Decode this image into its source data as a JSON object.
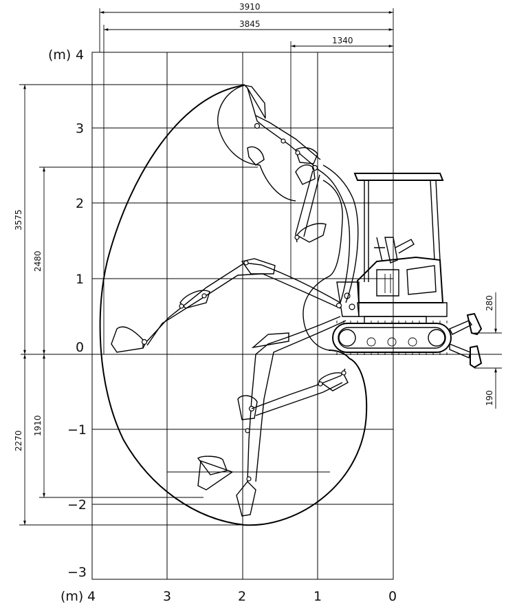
{
  "axis": {
    "unit_label": "(m)",
    "x_ticks": [
      "4",
      "3",
      "2",
      "1",
      "0"
    ],
    "y_ticks": [
      "4",
      "3",
      "2",
      "1",
      "0",
      "−1",
      "−2",
      "−3"
    ]
  },
  "dimensions": {
    "top": [
      "3910",
      "3845",
      "1340"
    ],
    "left": [
      "3575",
      "2480",
      "1910",
      "2270"
    ],
    "right": [
      "280",
      "190"
    ]
  }
}
